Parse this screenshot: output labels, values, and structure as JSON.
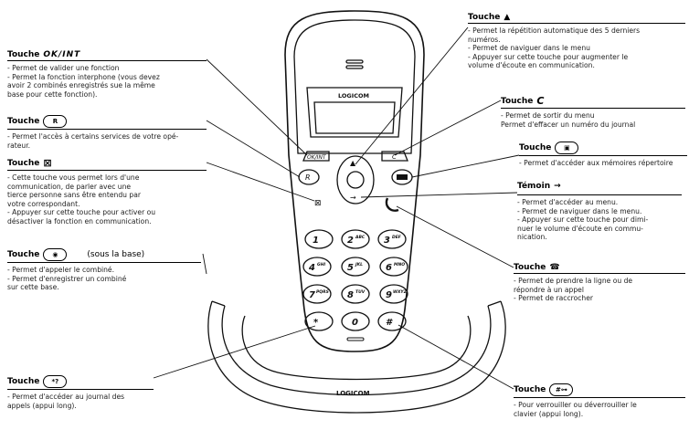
{
  "logo": "LOGICOM",
  "phone_keys": {
    "k1": "1",
    "k2": "2",
    "k2s": "ABC",
    "k3": "3",
    "k3s": "DEF",
    "k4": "4",
    "k4s": "GHI",
    "k5": "5",
    "k5s": "JKL",
    "k6": "6",
    "k6s": "MNO",
    "k7": "7",
    "k7s": "PQRS",
    "k8": "8",
    "k8s": "TUV",
    "k9": "9",
    "k9s": "WXYZ",
    "k0": "0",
    "kstar": "*",
    "khash": "#",
    "left_soft": "OK/INT",
    "right_soft": "C",
    "r_key": "R"
  },
  "sections": {
    "okint": {
      "title": "Touche",
      "symbol": "OK/INT",
      "lines": [
        "- Permet de valider une fonction",
        "- Permet la fonction interphone (vous devez",
        "  avoir 2 combinés enregistrés sue la même",
        "  base pour cette fonction)."
      ]
    },
    "r": {
      "title": "Touche",
      "symbol": "R",
      "lines": [
        "- Permet l'accès à certains services de votre opé-",
        "  rateur."
      ]
    },
    "mute": {
      "title": "Touche",
      "symbol": "⊠",
      "lines": [
        "- Cette touche vous permet lors d'une",
        "  communication, de parler avec une",
        "  tierce personne sans être entendu par",
        "  votre correspondant.",
        "- Appuyer sur cette touche pour activer ou",
        "  désactiver la fonction en communication."
      ]
    },
    "page": {
      "title": "Touche",
      "symbol": "◉",
      "note": "(sous la base)",
      "lines": [
        "- Permet d'appeler le combiné.",
        "- Permet d'enregistrer un combiné",
        "  sur cette base."
      ]
    },
    "star": {
      "title": "Touche",
      "symbol": "*?",
      "lines": [
        "- Permet d'accéder au journal des",
        "  appels (appui long)."
      ]
    },
    "up": {
      "title": "Touche",
      "symbol": "▲",
      "lines": [
        "- Permet la répétition automatique des 5 derniers",
        "  numéros.",
        "- Permet de naviguer dans le menu",
        "- Appuyer sur cette touche pour augmenter le",
        "  volume d'écoute en communication."
      ]
    },
    "c": {
      "title": "Touche",
      "symbol": "C",
      "lines": [
        "- Permet de sortir du menu",
        "  Permet d'effacer un numéro du journal"
      ]
    },
    "book": {
      "title": "Touche",
      "symbol": "▣",
      "lines": [
        "- Permet d'accéder aux mémoires répertoire"
      ]
    },
    "temoin": {
      "title": "Témoin",
      "symbol": "→",
      "lines": [
        "- Permet d'accéder au menu.",
        "- Permet de naviguer dans le menu.",
        "- Appuyer sur cette touche pour dimi-",
        "  nuer le volume d'écoute en commu-",
        "  nication."
      ]
    },
    "talk": {
      "title": "Touche",
      "symbol": "☎",
      "lines": [
        "- Permet de prendre la ligne ou de",
        "  répondre à un appel",
        "- Permet de raccrocher"
      ]
    },
    "hash": {
      "title": "Touche",
      "symbol": "#⊶",
      "lines": [
        "- Pour verrouiller ou déverrouiller le",
        "  clavier (appui long)."
      ]
    }
  }
}
